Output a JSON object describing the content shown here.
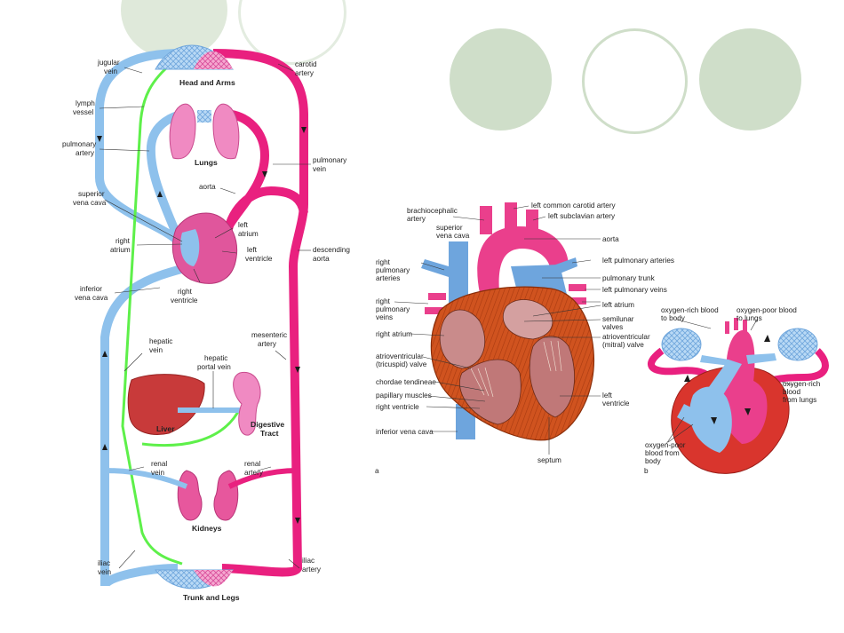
{
  "colors": {
    "oxygen_poor": "#8ec1ec",
    "oxygen_rich": "#e9207f",
    "lymph": "#5ef04a",
    "organ_pink": "#f08ac2",
    "liver": "#c83a3a",
    "decor_green": "#cfdec9",
    "decor_green_border": "#a9c49e"
  },
  "circulation": {
    "organs": {
      "head_arms": "Head and Arms",
      "lungs": "Lungs",
      "liver": "Liver",
      "digestive_line1": "Digestive",
      "digestive_line2": "Tract",
      "kidneys": "Kidneys",
      "trunk_legs": "Trunk and Legs"
    },
    "labels": {
      "jugular_vein": [
        "jugular",
        "vein"
      ],
      "carotid_artery": [
        "carotid",
        "artery"
      ],
      "lymph_vessel": [
        "lymph",
        "vessel"
      ],
      "pulmonary_artery": [
        "pulmonary",
        "artery"
      ],
      "pulmonary_vein": [
        "pulmonary",
        "vein"
      ],
      "superior_vena_cava": [
        "superior",
        "vena cava"
      ],
      "aorta": [
        "aorta"
      ],
      "left_atrium": [
        "left",
        "atrium"
      ],
      "right_atrium": [
        "right",
        "atrium"
      ],
      "left_ventricle": [
        "left",
        "ventricle"
      ],
      "descending_aorta": [
        "descending",
        "aorta"
      ],
      "inferior_vena_cava": [
        "inferior",
        "vena cava"
      ],
      "right_ventricle": [
        "right",
        "ventricle"
      ],
      "hepatic_vein": [
        "hepatic",
        "vein"
      ],
      "hepatic_portal_vein": [
        "hepatic",
        "portal vein"
      ],
      "mesenteric_artery": [
        "mesenteric",
        "artery"
      ],
      "renal_vein": [
        "renal",
        "vein"
      ],
      "renal_artery": [
        "renal",
        "artery"
      ],
      "iliac_vein": [
        "iliac",
        "vein"
      ],
      "iliac_artery": [
        "iliac",
        "artery"
      ]
    }
  },
  "heart": {
    "panel_letter": "a",
    "labels": {
      "brachiocephalic_artery": [
        "brachiocephalic",
        "artery"
      ],
      "superior_vena_cava": [
        "superior",
        "vena cava"
      ],
      "left_common_carotid": [
        "left common carotid artery"
      ],
      "left_subclavian": [
        "left subclavian artery"
      ],
      "aorta": [
        "aorta"
      ],
      "right_pulmonary_arteries": [
        "right",
        "pulmonary",
        "arteries"
      ],
      "left_pulmonary_arteries": [
        "left pulmonary arteries"
      ],
      "pulmonary_trunk": [
        "pulmonary trunk"
      ],
      "left_pulmonary_veins": [
        "left pulmonary veins"
      ],
      "right_pulmonary_veins": [
        "right",
        "pulmonary",
        "veins"
      ],
      "left_atrium": [
        "left atrium"
      ],
      "right_atrium": [
        "right atrium"
      ],
      "semilunar_valves": [
        "semilunar",
        "valves"
      ],
      "av_mitral": [
        "atrioventricular",
        "(mitral) valve"
      ],
      "av_tricuspid": [
        "atrioventricular",
        "(tricuspid) valve"
      ],
      "chordae_tendineae": [
        "chordae tendineae"
      ],
      "papillary_muscles": [
        "papillary muscles"
      ],
      "right_ventricle": [
        "right ventricle"
      ],
      "left_ventricle": [
        "left",
        "ventricle"
      ],
      "inferior_vena_cava": [
        "inferior vena cava"
      ],
      "septum": [
        "septum"
      ]
    }
  },
  "schematic": {
    "panel_letter": "b",
    "labels": {
      "oxy_rich_to_body": [
        "oxygen-rich blood",
        "to body"
      ],
      "oxy_poor_to_lungs": [
        "oxygen-poor blood",
        "to lungs"
      ],
      "oxy_rich_from_lungs": [
        "oxygen-rich",
        "blood",
        "from lungs"
      ],
      "oxy_poor_from_body": [
        "oxygen-poor",
        "blood from",
        "body"
      ]
    }
  }
}
